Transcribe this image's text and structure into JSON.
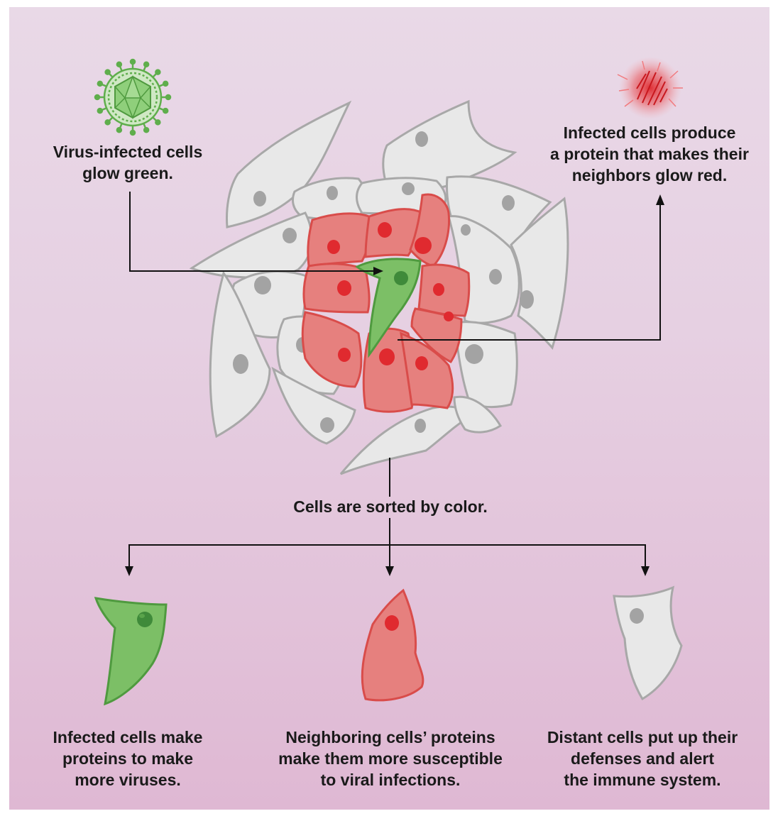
{
  "labels": {
    "virus": "Virus-infected cells\nglow green.",
    "red_protein": "Infected cells produce\na protein that makes their\nneighbors glow red.",
    "sorted": "Cells are sorted by color.",
    "infected": "Infected cells make\nproteins to make\nmore viruses.",
    "neighboring": "Neighboring cells’ proteins\nmake them more susceptible\nto viral infections.",
    "distant": "Distant cells put up their\ndefenses and alert\nthe immune system."
  },
  "colors": {
    "background_top": "#e9d9e7",
    "background_bottom": "#dfb8d3",
    "infected_cell": "#7cbf66",
    "neighbor_cell": "#e6807e",
    "distant_cell": "#e8e8e8",
    "arrow": "#111111"
  },
  "icons": {
    "virus": "virus-icon",
    "protein": "glowing-protein-icon"
  }
}
